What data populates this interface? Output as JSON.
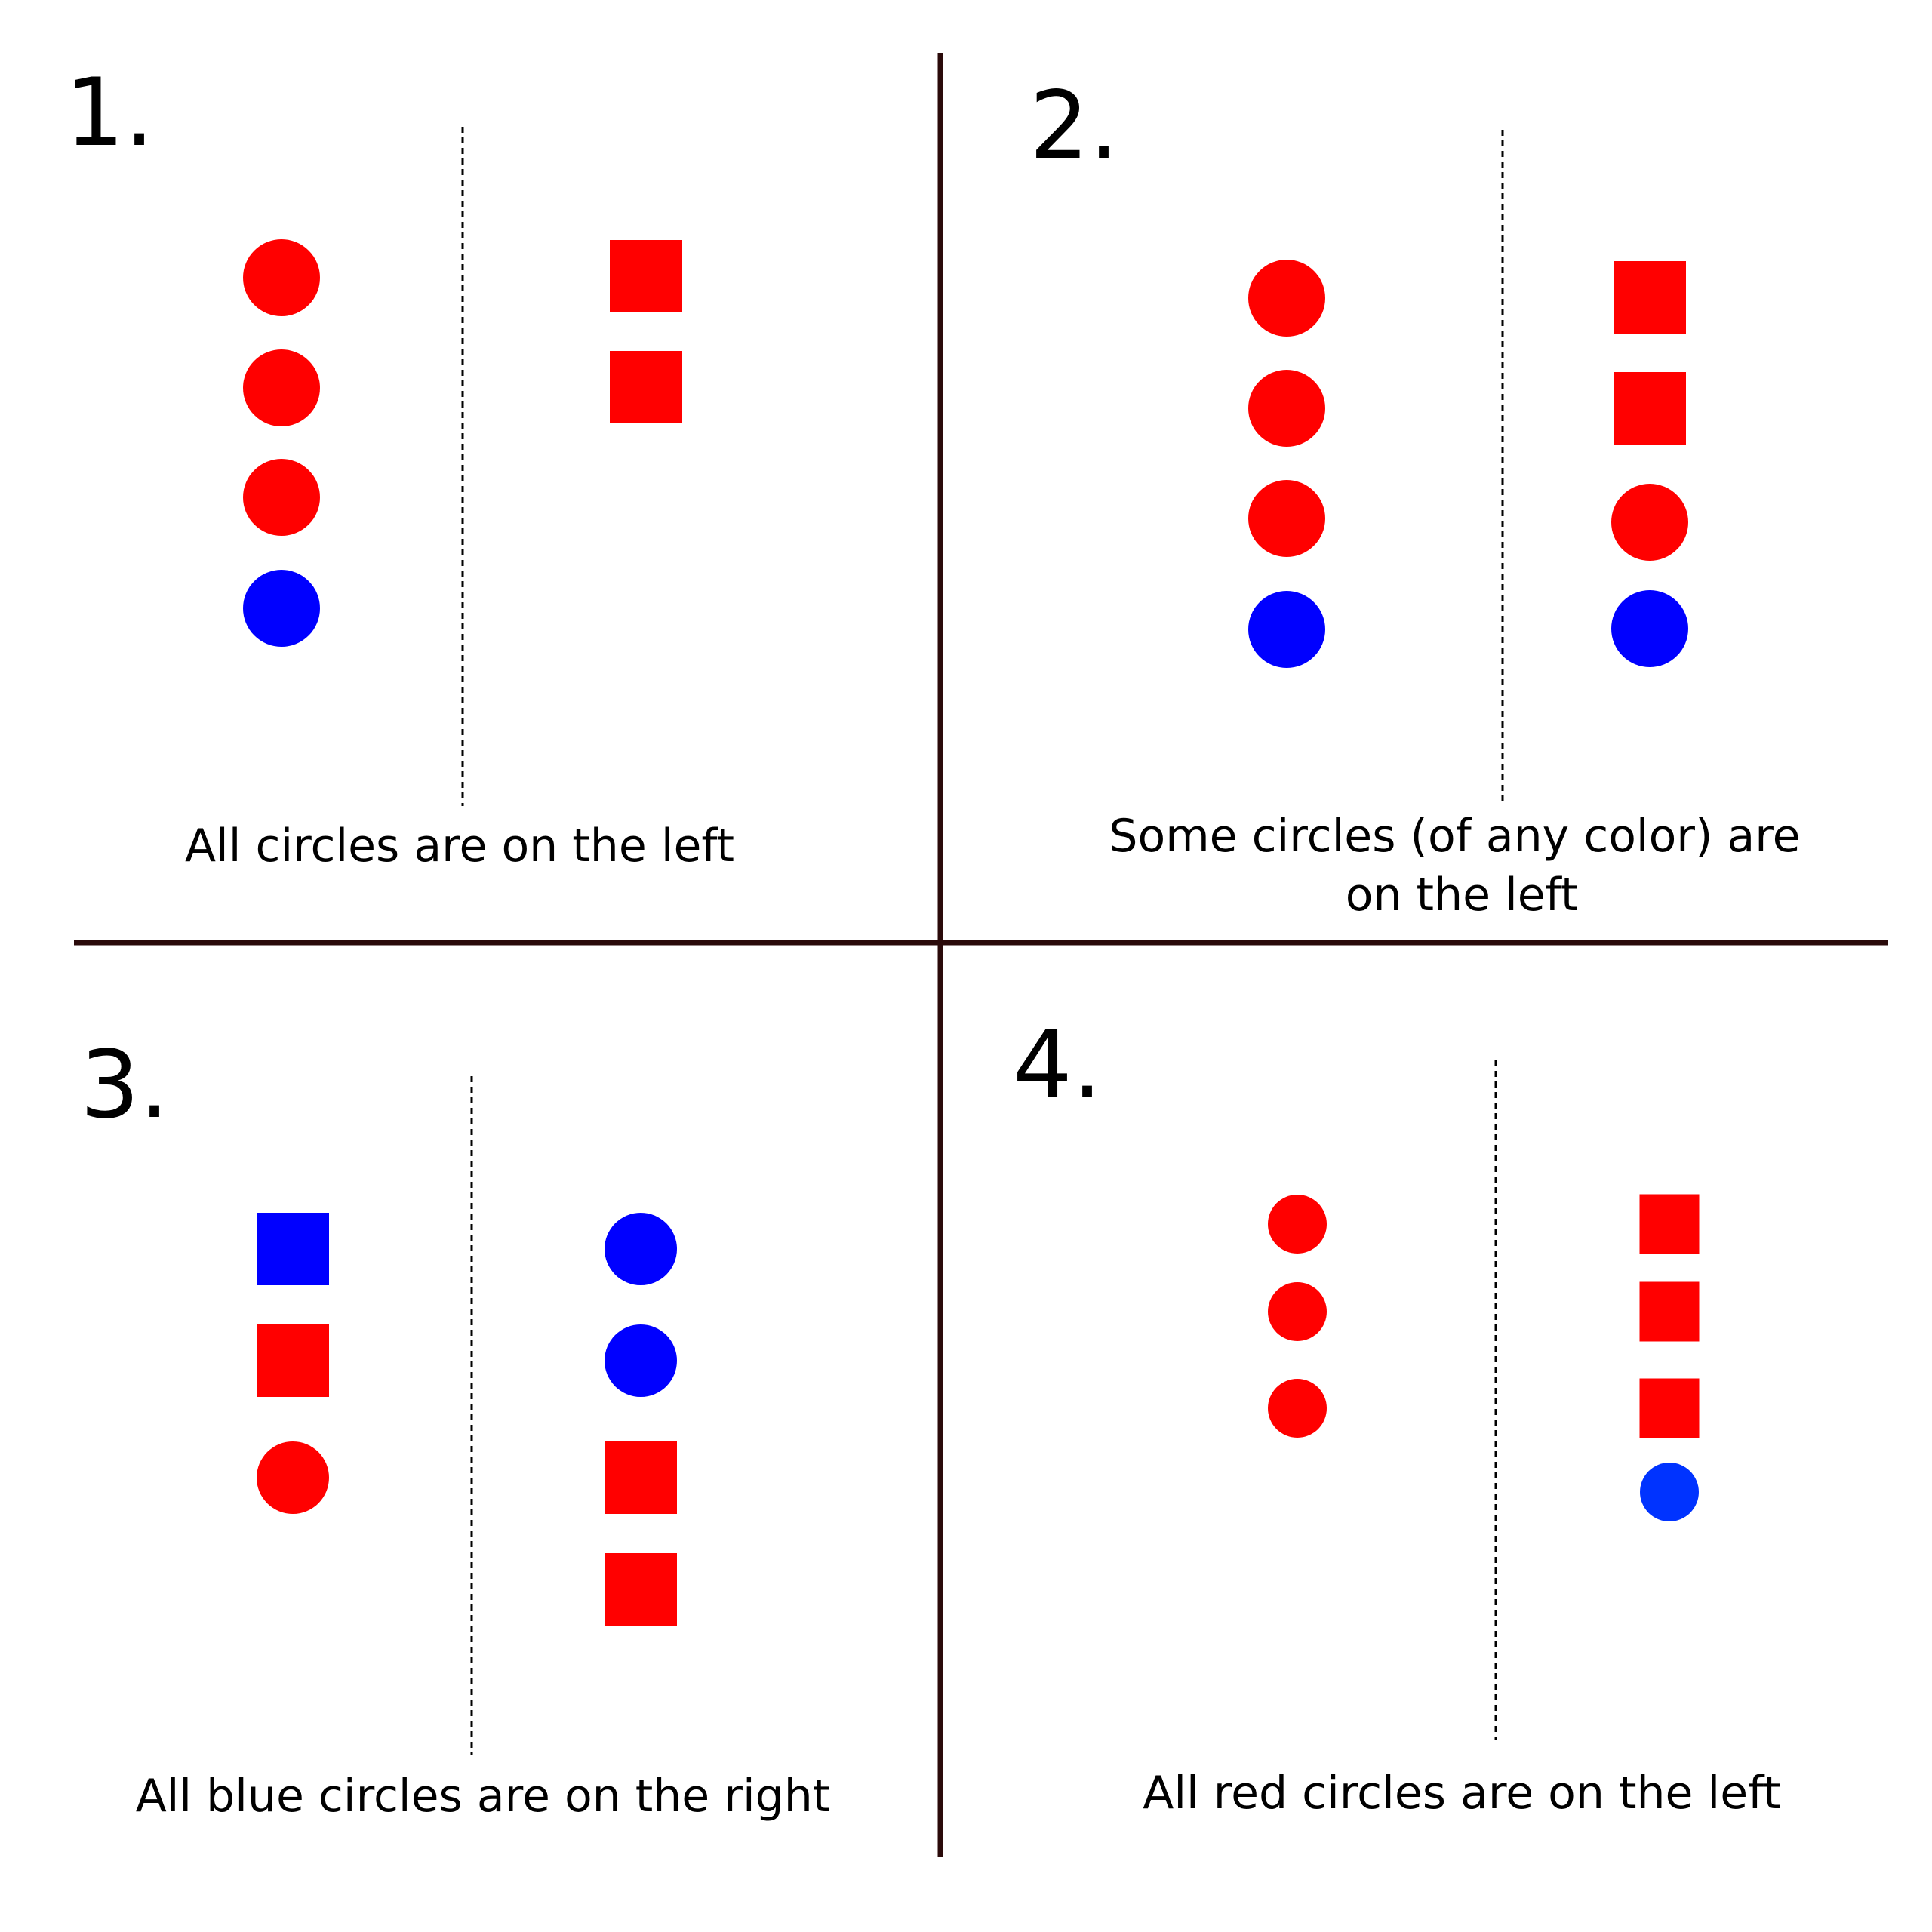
{
  "colors": {
    "red": "#ff0000",
    "blue": "#0000ff",
    "light_blue": "#0033ff",
    "divider": "#2a0a0a",
    "dashed": "#000000"
  },
  "panels": [
    {
      "number": "1.",
      "caption_lines": [
        "All circles are on the left"
      ],
      "left": [
        {
          "shape": "circle",
          "color": "red"
        },
        {
          "shape": "circle",
          "color": "red"
        },
        {
          "shape": "circle",
          "color": "red"
        },
        {
          "shape": "circle",
          "color": "blue"
        }
      ],
      "right": [
        {
          "shape": "square",
          "color": "red"
        },
        {
          "shape": "square",
          "color": "red"
        }
      ]
    },
    {
      "number": "2.",
      "caption_lines": [
        "Some circles (of any color) are",
        "on the left"
      ],
      "left": [
        {
          "shape": "circle",
          "color": "red"
        },
        {
          "shape": "circle",
          "color": "red"
        },
        {
          "shape": "circle",
          "color": "red"
        },
        {
          "shape": "circle",
          "color": "blue"
        }
      ],
      "right": [
        {
          "shape": "square",
          "color": "red"
        },
        {
          "shape": "square",
          "color": "red"
        },
        {
          "shape": "circle",
          "color": "red"
        },
        {
          "shape": "circle",
          "color": "blue"
        }
      ]
    },
    {
      "number": "3.",
      "caption_lines": [
        "All blue circles are on the right"
      ],
      "left": [
        {
          "shape": "square",
          "color": "blue"
        },
        {
          "shape": "square",
          "color": "red"
        },
        {
          "shape": "circle",
          "color": "red"
        }
      ],
      "right": [
        {
          "shape": "circle",
          "color": "blue"
        },
        {
          "shape": "circle",
          "color": "blue"
        },
        {
          "shape": "square",
          "color": "red"
        },
        {
          "shape": "square",
          "color": "red"
        }
      ]
    },
    {
      "number": "4.",
      "caption_lines": [
        "All red circles are on the left"
      ],
      "left": [
        {
          "shape": "circle",
          "color": "red"
        },
        {
          "shape": "circle",
          "color": "red"
        },
        {
          "shape": "circle",
          "color": "red"
        }
      ],
      "right": [
        {
          "shape": "square",
          "color": "red"
        },
        {
          "shape": "square",
          "color": "red"
        },
        {
          "shape": "square",
          "color": "red"
        },
        {
          "shape": "circle",
          "color": "light_blue"
        }
      ]
    }
  ]
}
